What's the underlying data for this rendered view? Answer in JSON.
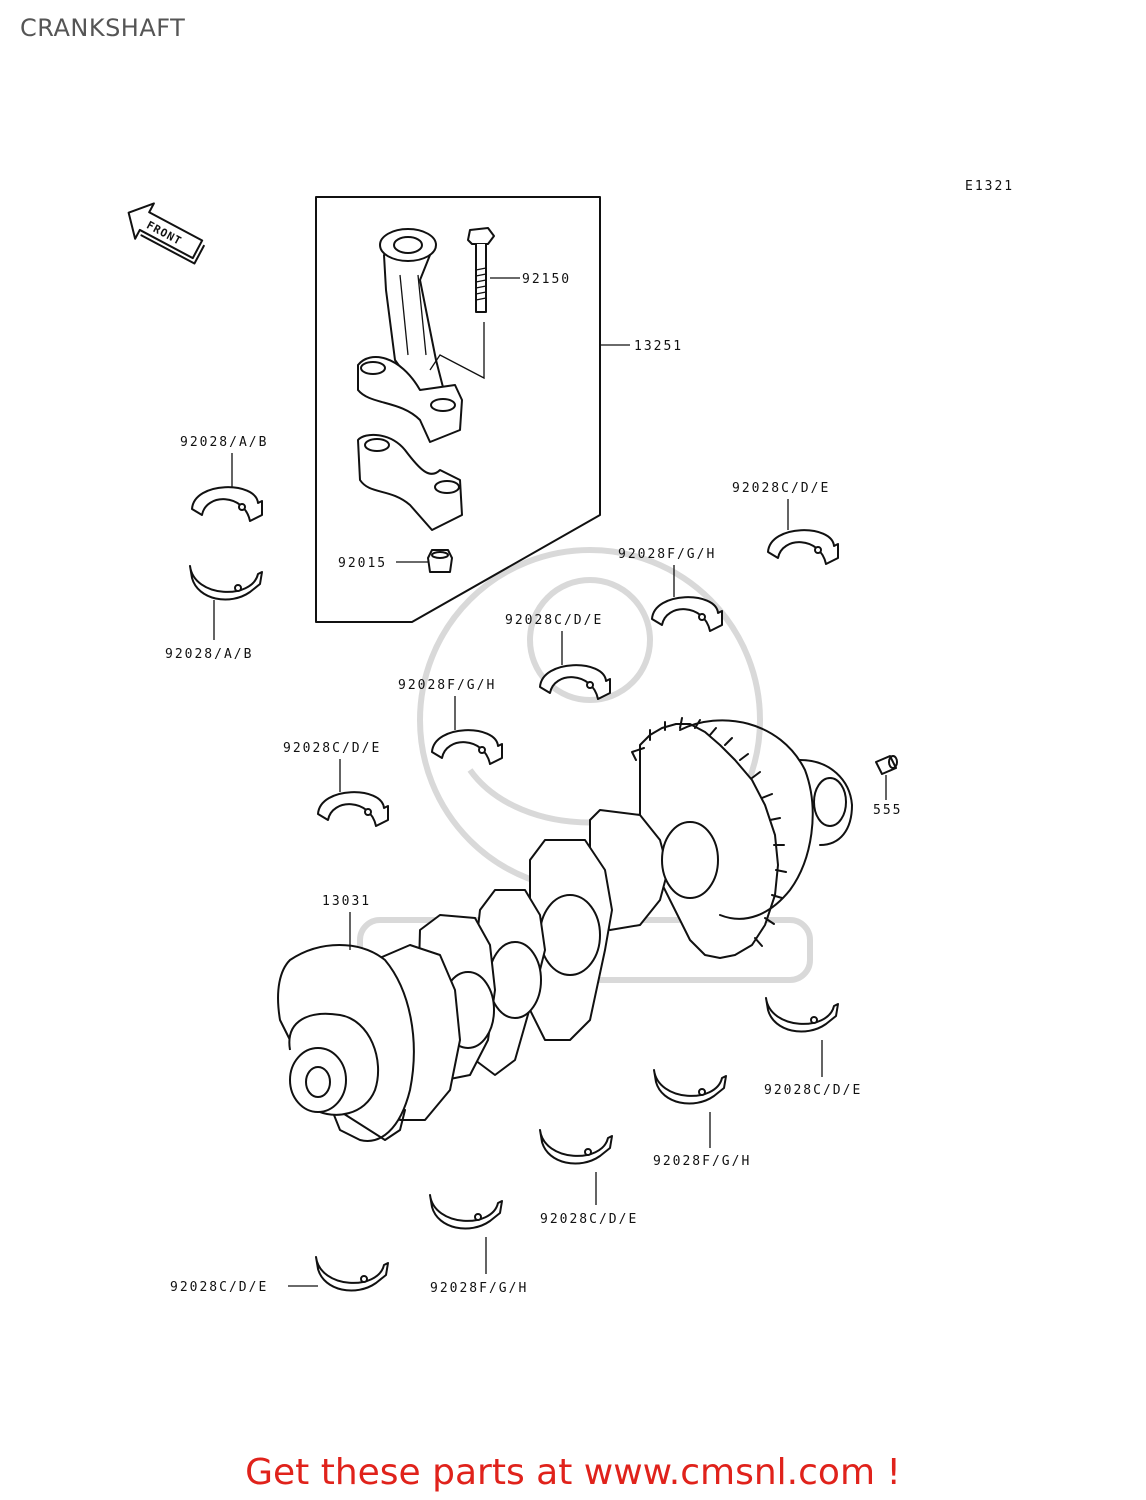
{
  "page": {
    "title": "CRANKSHAFT"
  },
  "diagram": {
    "ref_code": "E1321",
    "front_arrow": "FRONT",
    "callouts": {
      "bolt": "92150",
      "conrod_assy": "13251",
      "bearing_a1": "92028/A/B",
      "bearing_a2": "92028/A/B",
      "nut": "92015",
      "bearing_cde_1": "92028C/D/E",
      "bearing_fgh_1": "92028F/G/H",
      "bearing_cde_2": "92028C/D/E",
      "bearing_fgh_2": "92028F/G/H",
      "bearing_cde_3": "92028C/D/E",
      "pin": "555",
      "crankshaft": "13031",
      "bearing_cde_4": "92028C/D/E",
      "bearing_fgh_3": "92028F/G/H",
      "bearing_cde_5": "92028C/D/E",
      "bearing_fgh_4": "92028F/G/H",
      "bearing_cde_6": "92028C/D/E"
    },
    "colors": {
      "line": "#111111",
      "watermark": "#d9d9d9",
      "promo": "#e0221b"
    }
  },
  "promo": {
    "text": "Get these parts at www.cmsnl.com !"
  }
}
